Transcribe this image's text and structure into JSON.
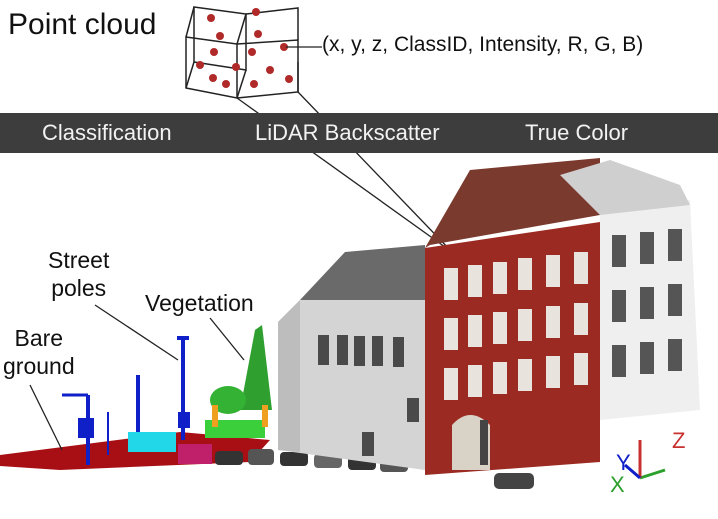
{
  "figure": {
    "title": "Point cloud",
    "attributes": "(x, y, z, ClassID, Intensity, R, G, B)",
    "band_labels": [
      "Classification",
      "LiDAR Backscatter",
      "True Color"
    ],
    "annotations": {
      "street_poles": [
        "Street",
        "poles"
      ],
      "vegetation": "Vegetation",
      "bare_ground": [
        "Bare",
        "ground"
      ]
    },
    "axes": {
      "x": "X",
      "y": "Y",
      "z": "Z"
    }
  },
  "colors": {
    "ground_class": "#a80f14",
    "pole_class": "#1020c8",
    "vegetation_class": "#2fa02f",
    "band": "#3d3d3d",
    "brick_facade": "#9b2a22",
    "grey_facade": "#d2d2d2"
  }
}
